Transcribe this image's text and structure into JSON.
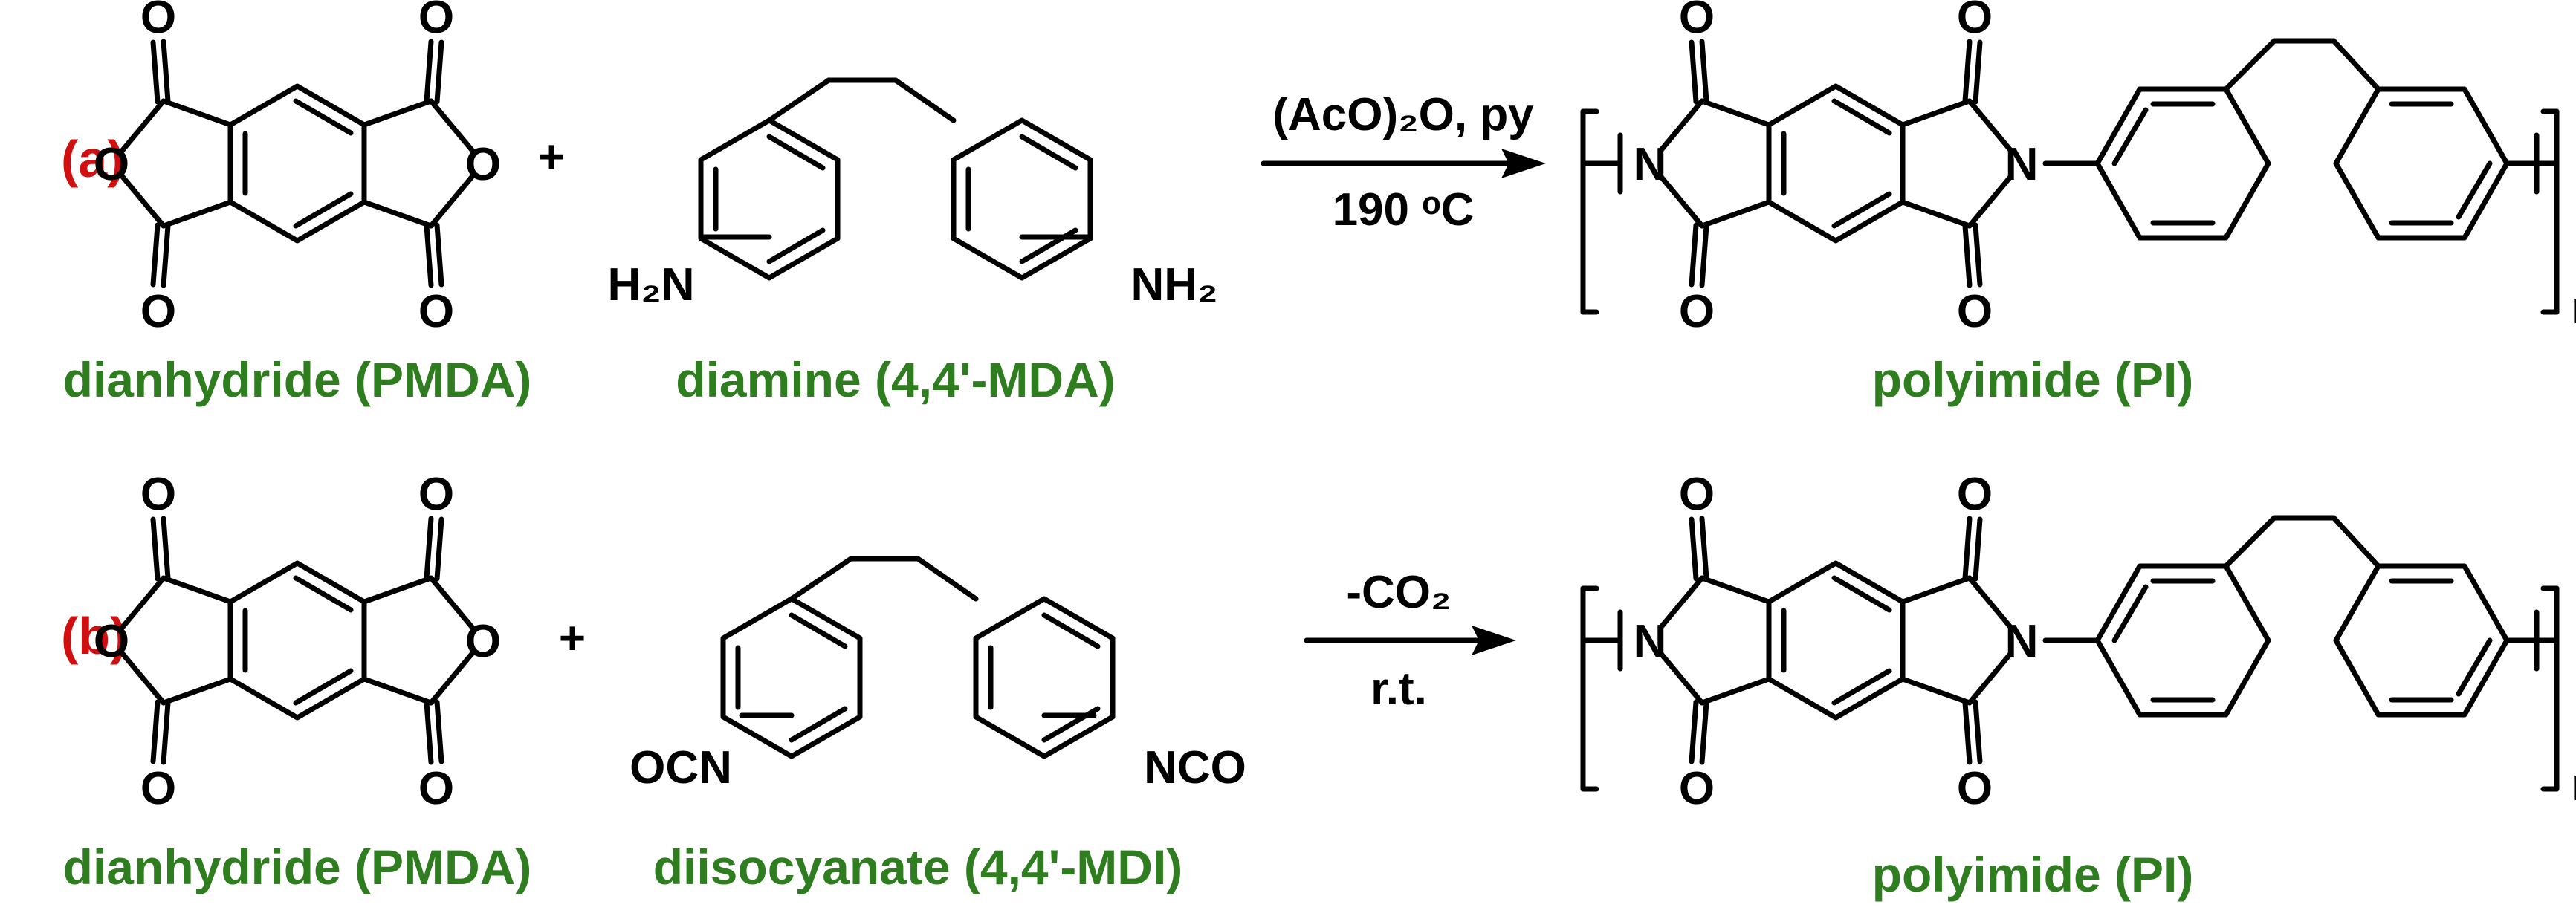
{
  "colors": {
    "name": "#2e7d1e",
    "tag": "#d01010",
    "ink": "#000000"
  },
  "atoms": {
    "oxygen": "O",
    "nitrogen": "N",
    "amine_left": "H₂N",
    "amine_right": "NH₂",
    "isocyanate_left": "OCN",
    "isocyanate_right": "NCO",
    "repeat_n": "n",
    "plus": "+"
  },
  "schemes": [
    {
      "tag": "(a)",
      "reactant1": "dianhydride (PMDA)",
      "reactant2": "diamine (4,4'-MDA)",
      "condition_above": "(AcO)₂O, py",
      "condition_below": "190 ᵒC",
      "product": "polyimide (PI)"
    },
    {
      "tag": "(b)",
      "reactant1": "dianhydride (PMDA)",
      "reactant2": "diisocyanate (4,4'-MDI)",
      "condition_above": "-CO₂",
      "condition_below": "r.t.",
      "product": "polyimide (PI)"
    }
  ]
}
